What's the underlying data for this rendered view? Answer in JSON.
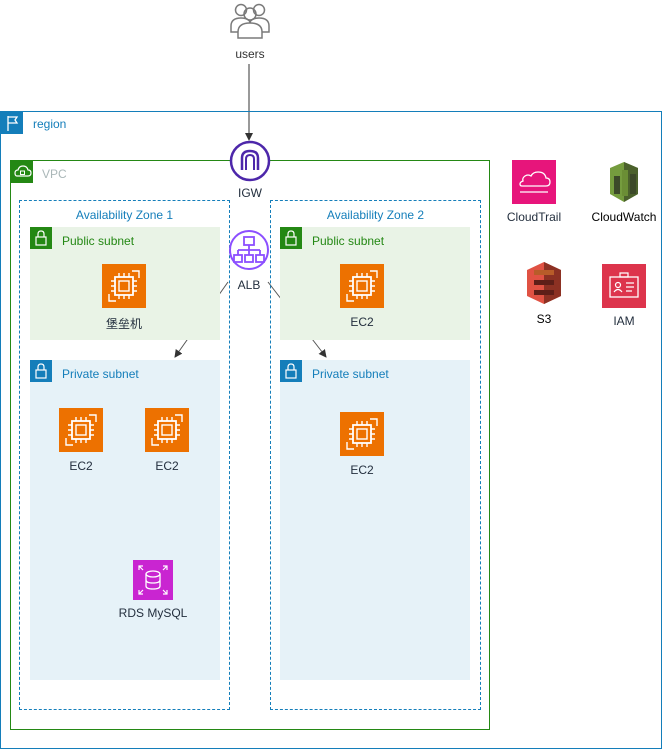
{
  "users": {
    "label": "users",
    "icon": "users-icon"
  },
  "region": {
    "label": "region",
    "color": "#147eba"
  },
  "vpc": {
    "label": "VPC",
    "color": "#248814"
  },
  "igw": {
    "label": "IGW",
    "color": "#4d27aa"
  },
  "alb": {
    "label": "ALB",
    "color": "#8c4fff"
  },
  "az1": {
    "label": "Availability Zone 1",
    "public_subnet": {
      "label": "Public subnet",
      "instances": [
        "堡垒机"
      ]
    },
    "private_subnet": {
      "label": "Private subnet",
      "instances": [
        "EC2",
        "EC2"
      ],
      "database": "RDS MySQL"
    }
  },
  "az2": {
    "label": "Availability Zone 2",
    "public_subnet": {
      "label": "Public subnet",
      "instances": [
        "EC2"
      ]
    },
    "private_subnet": {
      "label": "Private subnet",
      "instances": [
        "EC2"
      ]
    }
  },
  "services": [
    {
      "label": "CloudTrail",
      "icon": "cloudtrail-icon",
      "color": "#e7157b"
    },
    {
      "label": "CloudWatch",
      "icon": "cloudwatch-icon",
      "color": "#4b612c"
    },
    {
      "label": "S3",
      "icon": "s3-icon",
      "color": "#c7402a"
    },
    {
      "label": "IAM",
      "icon": "iam-icon",
      "color": "#dd344c"
    }
  ],
  "colors": {
    "ec2_orange": "#ed7100",
    "public_subnet_fill": "#e9f3e6",
    "private_subnet_fill": "#e6f2f8",
    "public_text": "#248814",
    "private_text": "#147eba"
  }
}
